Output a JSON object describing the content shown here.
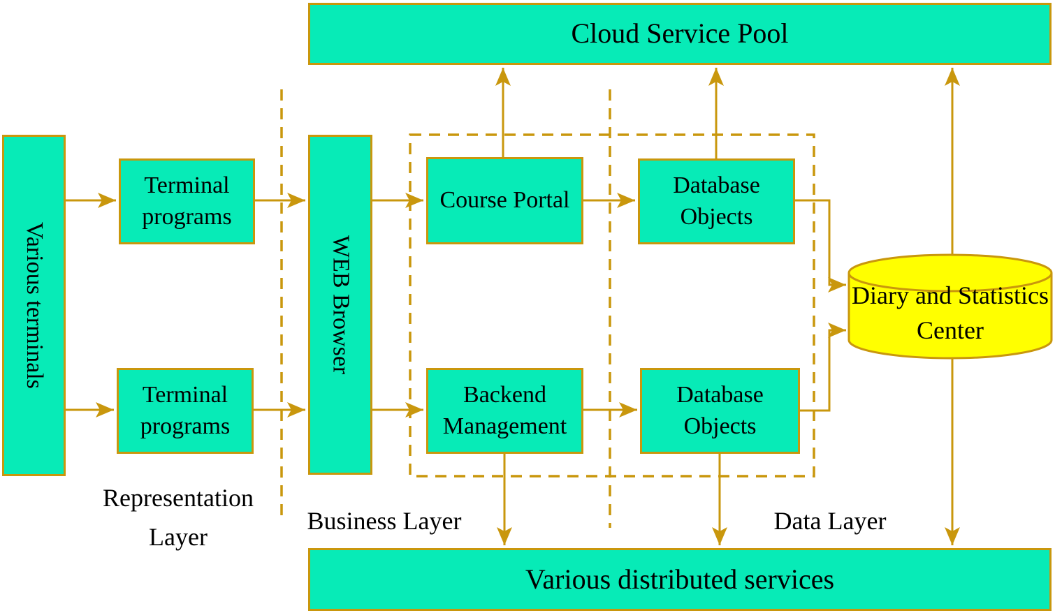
{
  "nodes": {
    "cloud_service_pool": {
      "label": "Cloud Service Pool"
    },
    "various_terminals": {
      "label": "Various terminals"
    },
    "terminal_programs_top": {
      "label": "Terminal programs"
    },
    "terminal_programs_bottom": {
      "label": "Terminal programs"
    },
    "web_browser": {
      "label": "WEB Browser"
    },
    "course_portal": {
      "label": "Course Portal"
    },
    "backend_management": {
      "label": "Backend Management"
    },
    "database_objects_top": {
      "label": "Database Objects"
    },
    "database_objects_bottom": {
      "label": "Database Objects"
    },
    "diary_statistics_center": {
      "label": "Diary and Statistics Center"
    },
    "various_distributed_services": {
      "label": "Various distributed services"
    }
  },
  "layers": {
    "representation_line1": "Representation",
    "representation_line2": "Layer",
    "business": "Business Layer",
    "data": "Data Layer"
  },
  "colors": {
    "node_fill": "#07EBB7",
    "cylinder_fill": "#FFFF00",
    "connector_gold": "#C9970D",
    "text": "#000000",
    "background": "#FFFFFF"
  }
}
